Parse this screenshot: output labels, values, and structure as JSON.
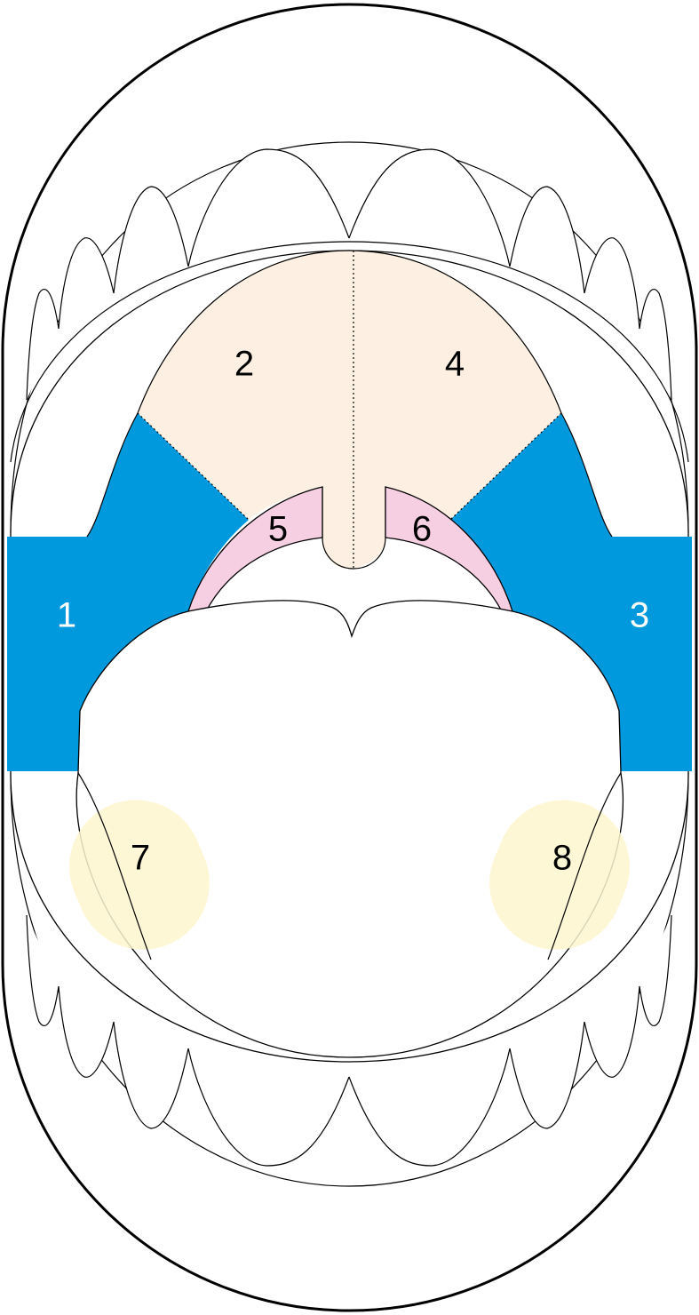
{
  "colors": {
    "buccal": "#0099dd",
    "palate": "#fdf0e3",
    "gingiva": "#f7cfe3",
    "floor": "#fef6cf",
    "outline": "#000000",
    "background": "#ffffff"
  },
  "regions": [
    {
      "id": "1",
      "label": "1",
      "kind": "buccal",
      "text_color": "#ffffff"
    },
    {
      "id": "2",
      "label": "2",
      "kind": "palate",
      "text_color": "#000000"
    },
    {
      "id": "3",
      "label": "3",
      "kind": "buccal",
      "text_color": "#ffffff"
    },
    {
      "id": "4",
      "label": "4",
      "kind": "palate",
      "text_color": "#000000"
    },
    {
      "id": "5",
      "label": "5",
      "kind": "gingiva",
      "text_color": "#000000"
    },
    {
      "id": "6",
      "label": "6",
      "kind": "gingiva",
      "text_color": "#000000"
    },
    {
      "id": "7",
      "label": "7",
      "kind": "floor",
      "text_color": "#000000"
    },
    {
      "id": "8",
      "label": "8",
      "kind": "floor",
      "text_color": "#000000"
    }
  ]
}
